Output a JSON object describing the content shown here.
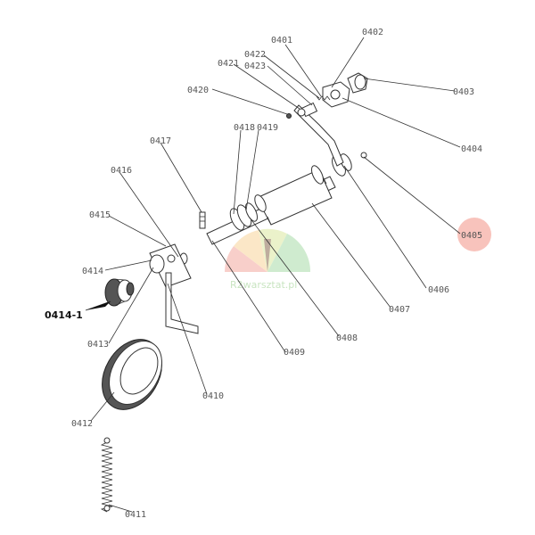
{
  "watermark": {
    "text": "R2warsztat.pl",
    "colors": [
      "#f4a8a0",
      "#f8d49a",
      "#c8e6a0",
      "#a8dca8"
    ]
  },
  "highlight": {
    "label": "0405",
    "color": "#f7b8b0"
  },
  "labels": {
    "l0401": "0401",
    "l0402": "0402",
    "l0403": "0403",
    "l0404": "0404",
    "l0405": "0405",
    "l0406": "0406",
    "l0407": "0407",
    "l0408": "0408",
    "l0409": "0409",
    "l0410": "0410",
    "l0411": "0411",
    "l0412": "0412",
    "l0413": "0413",
    "l0414": "0414",
    "l0414_1": "0414-1",
    "l0415": "0415",
    "l0416": "0416",
    "l0417": "0417",
    "l0418": "0418",
    "l0419": "0419",
    "l0420": "0420",
    "l0421": "0421",
    "l0422": "0422",
    "l0423": "0423"
  }
}
